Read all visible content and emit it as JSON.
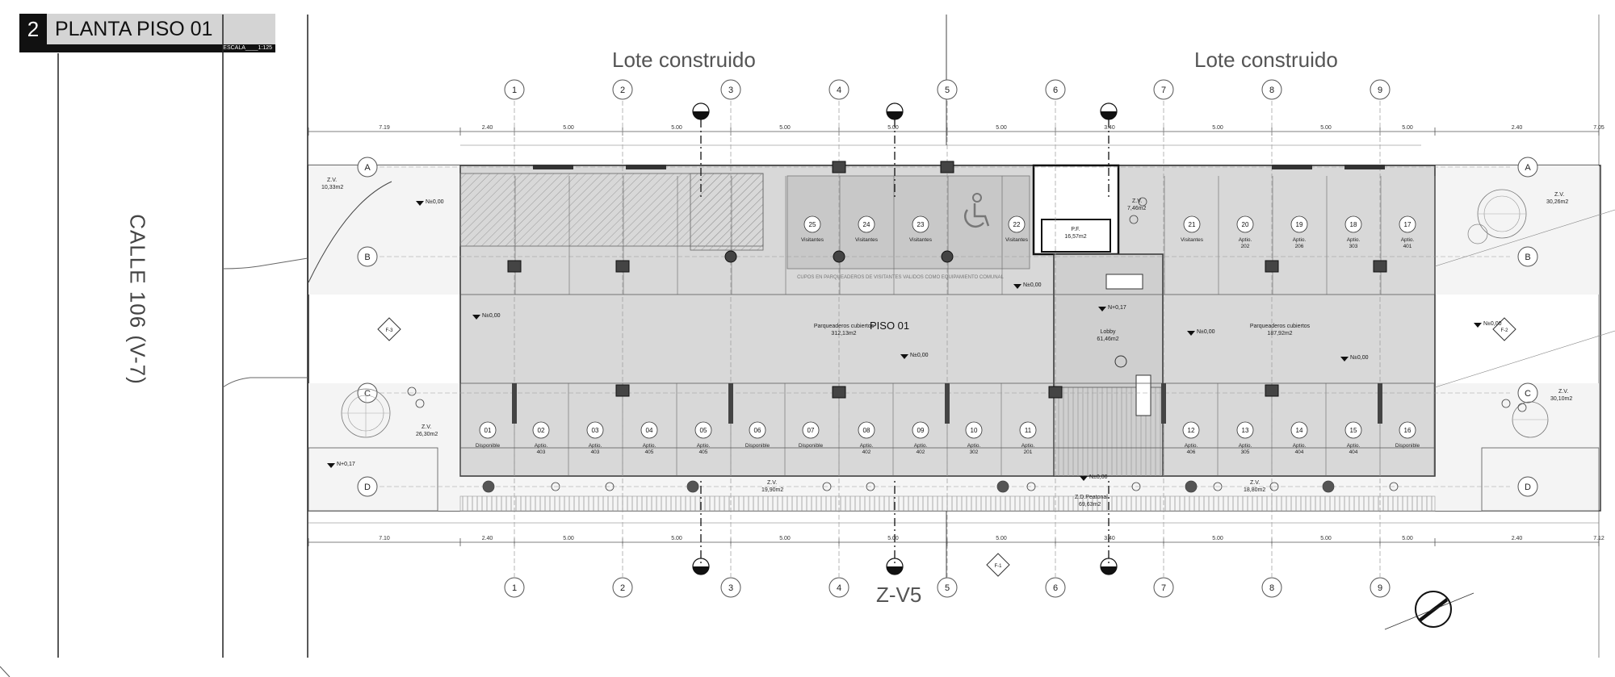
{
  "title_block": {
    "number": "2",
    "title": "PLANTA PISO 01",
    "scale_label": "ESCALA____1:125"
  },
  "street": "CALLE 106 (V-7)",
  "top_labels": [
    "Lote construido",
    "Lote construido"
  ],
  "bottom_label": "Z-V5",
  "floor_label": "PISO 01",
  "grid_columns": [
    "1",
    "2",
    "3",
    "4",
    "5",
    "6",
    "7",
    "8",
    "9"
  ],
  "grid_rows": [
    "A",
    "B",
    "C",
    "D"
  ],
  "top_dims": [
    "7.19",
    "2.40",
    "5.00",
    "5.00",
    "5.00",
    "5.00",
    "5.00",
    "3.40",
    "5.00",
    "5.00",
    "5.00",
    "2.40",
    "7.05"
  ],
  "bottom_dims": [
    "7.10",
    "2.40",
    "5.00",
    "5.00",
    "5.00",
    "5.00",
    "5.00",
    "3.40",
    "5.00",
    "5.00",
    "5.00",
    "2.40",
    "7.12"
  ],
  "parking_top": [
    {
      "num": "25",
      "label": "Visitantes"
    },
    {
      "num": "24",
      "label": "Visitantes"
    },
    {
      "num": "23",
      "label": "Visitantes"
    },
    {
      "num": "22",
      "label": "Visitantes"
    },
    {
      "num": "21",
      "label": "Visitantes"
    },
    {
      "num": "20",
      "label": "Aptio. 202"
    },
    {
      "num": "19",
      "label": "Aptio. 206"
    },
    {
      "num": "18",
      "label": "Aptio. 303"
    },
    {
      "num": "17",
      "label": "Aptio. 401"
    }
  ],
  "parking_bottom": [
    {
      "num": "01",
      "label": "Disponible"
    },
    {
      "num": "02",
      "label": "Aptio. 403"
    },
    {
      "num": "03",
      "label": "Aptio. 403"
    },
    {
      "num": "04",
      "label": "Aptio. 405"
    },
    {
      "num": "05",
      "label": "Aptio. 405"
    },
    {
      "num": "06",
      "label": "Disponible"
    },
    {
      "num": "07",
      "label": "Disponible"
    },
    {
      "num": "08",
      "label": "Aptio. 402"
    },
    {
      "num": "09",
      "label": "Aptio. 402"
    },
    {
      "num": "10",
      "label": "Aptio. 302"
    },
    {
      "num": "11",
      "label": "Aptio. 201"
    },
    {
      "num": "12",
      "label": "Aptio. 406"
    },
    {
      "num": "13",
      "label": "Aptio. 305"
    },
    {
      "num": "14",
      "label": "Aptio. 404"
    },
    {
      "num": "15",
      "label": "Aptio. 404"
    },
    {
      "num": "16",
      "label": "Disponible"
    }
  ],
  "areas": {
    "parq_left": "Parqueaderos cubiertos",
    "parq_left_area": "312,13m2",
    "parq_right": "Parqueaderos cubiertos",
    "parq_right_area": "187,92m2",
    "lobby": "Lobby",
    "lobby_area": "61,46m2",
    "pf": "P.F.",
    "pf_area": "16,57m2",
    "zv_tl": "Z.V.",
    "zv_tl_area": "10,33m2",
    "zv_tr": "Z.V.",
    "zv_tr_area": "30,26m2",
    "zv_cl": "Z.V.",
    "zv_cl_area": "26,30m2",
    "zv_cr": "Z.V.",
    "zv_cr_area": "30,10m2",
    "zv_ctr": "Z.V.",
    "zv_ctr_area": "7,46m2",
    "zv_b1": "Z.V.",
    "zv_b1_area": "19,90m2",
    "zv_b2": "Z.V.",
    "zv_b2_area": "18,80m2",
    "zd": "Z.D.Peatonal",
    "zd_area": "69,63m2",
    "note": "CUPOS EN PARQUEADEROS DE VISITANTES VALIDOS COMO EQUIPAMIENTO COMUNAL"
  },
  "levels": [
    "N±0,00",
    "N±0,00",
    "N±0,00",
    "N±0,00",
    "N±0,00",
    "N+0,17",
    "N+0,17",
    "N±0,00",
    "N±0,00",
    "N±0,00"
  ],
  "section_marks": [
    "F-3",
    "F-2",
    "F-1"
  ]
}
